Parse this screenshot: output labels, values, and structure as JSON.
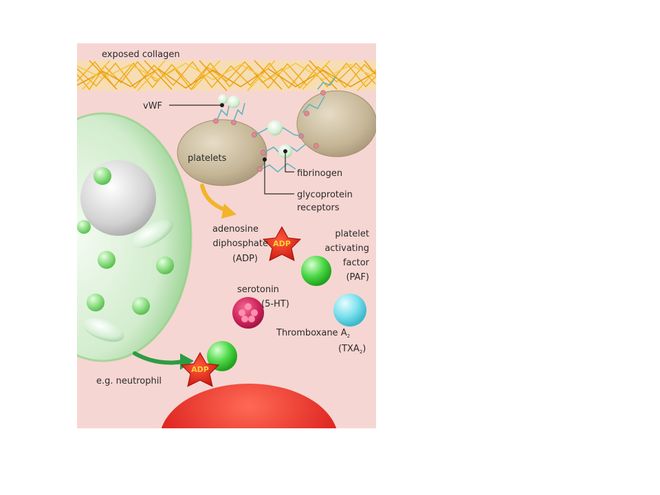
{
  "diagram": {
    "labels": {
      "exposed_collagen": "exposed collagen",
      "vwf": "vWF",
      "platelets": "platelets",
      "fibrinogen": "fibrinogen",
      "glycoprotein_line1": "glycoprotein",
      "glycoprotein_line2": "receptors",
      "adp_line1": "adenosine",
      "adp_line2": "diphosphate",
      "adp_line3": "(ADP)",
      "paf_line1": "platelet",
      "paf_line2": "activating",
      "paf_line3": "factor",
      "paf_line4": "(PAF)",
      "serotonin_line1": "serotonin",
      "serotonin_line2": "(5-HT)",
      "thromboxane_main": "Thromboxane A",
      "thromboxane_sub": "2",
      "txa_main": "(TXA",
      "txa_sub": "2",
      "txa_close": ")",
      "neutrophil": "e.g. neutrophil"
    },
    "badges": {
      "adp_top": "ADP",
      "adp_bottom": "ADP"
    },
    "colors": {
      "background": "#f6d6d2",
      "collagen": "#f3b526",
      "platelet": "#c9bc9f",
      "neutrophil": "#d6efd4",
      "paf": "#3fd33f",
      "serotonin": "#d0265e",
      "thromboxane": "#6ad8e6",
      "adp_star": "#e3241b",
      "red_cell": "#e02a24"
    }
  }
}
